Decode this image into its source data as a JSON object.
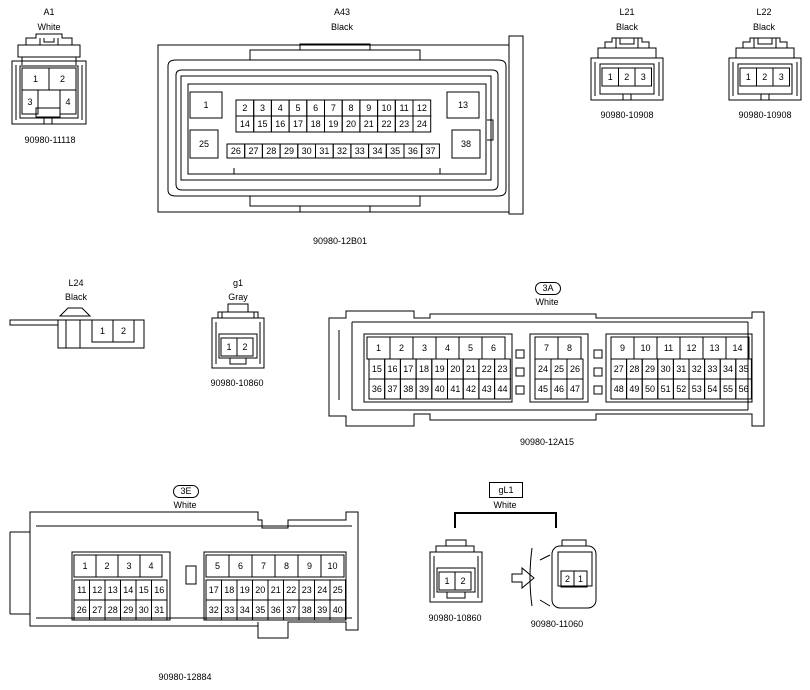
{
  "connectors": {
    "A1": {
      "id": "A1",
      "color": "White",
      "part": "90980-11118",
      "pins": [
        "1",
        "2",
        "3",
        "4"
      ]
    },
    "A43": {
      "id": "A43",
      "color": "Black",
      "part": "90980-12B01",
      "pins_big": [
        "1",
        "13",
        "25",
        "38"
      ],
      "row1": [
        "2",
        "3",
        "4",
        "5",
        "6",
        "7",
        "8",
        "9",
        "10",
        "11",
        "12"
      ],
      "row2": [
        "14",
        "15",
        "16",
        "17",
        "18",
        "19",
        "20",
        "21",
        "22",
        "23",
        "24"
      ],
      "row3": [
        "26",
        "27",
        "28",
        "29",
        "30",
        "31",
        "32",
        "33",
        "34",
        "35",
        "36",
        "37"
      ]
    },
    "L21": {
      "id": "L21",
      "color": "Black",
      "part": "90980-10908",
      "pins": [
        "1",
        "2",
        "3"
      ]
    },
    "L22": {
      "id": "L22",
      "color": "Black",
      "part": "90980-10908",
      "pins": [
        "1",
        "2",
        "3"
      ]
    },
    "L24": {
      "id": "L24",
      "color": "Black",
      "pins": [
        "1",
        "2"
      ]
    },
    "g1": {
      "id": "g1",
      "color": "Gray",
      "part": "90980-10860",
      "pins": [
        "1",
        "2"
      ]
    },
    "3A": {
      "id": "3A",
      "color": "White",
      "part": "90980-12A15",
      "g1r1": [
        "1",
        "2",
        "3",
        "4",
        "5",
        "6"
      ],
      "g1r2": [
        "15",
        "16",
        "17",
        "18",
        "19",
        "20",
        "21",
        "22",
        "23"
      ],
      "g1r3": [
        "36",
        "37",
        "38",
        "39",
        "40",
        "41",
        "42",
        "43",
        "44"
      ],
      "g2r1": [
        "7",
        "8"
      ],
      "g2r2": [
        "24",
        "25",
        "26"
      ],
      "g2r3": [
        "45",
        "46",
        "47"
      ],
      "g3r1": [
        "9",
        "10",
        "11",
        "12",
        "13",
        "14"
      ],
      "g3r2": [
        "27",
        "28",
        "29",
        "30",
        "31",
        "32",
        "33",
        "34",
        "35"
      ],
      "g3r3": [
        "48",
        "49",
        "50",
        "51",
        "52",
        "53",
        "54",
        "55",
        "56"
      ]
    },
    "3E": {
      "id": "3E",
      "color": "White",
      "part": "90980-12884",
      "g1r1": [
        "1",
        "2",
        "3",
        "4"
      ],
      "g1r2": [
        "11",
        "12",
        "13",
        "14",
        "15",
        "16"
      ],
      "g1r3": [
        "26",
        "27",
        "28",
        "29",
        "30",
        "31"
      ],
      "g2r1": [
        "5",
        "6",
        "7",
        "8",
        "9",
        "10"
      ],
      "g2r2": [
        "17",
        "18",
        "19",
        "20",
        "21",
        "22",
        "23",
        "24",
        "25"
      ],
      "g2r3": [
        "32",
        "33",
        "34",
        "35",
        "36",
        "37",
        "38",
        "39",
        "40"
      ]
    },
    "gL1": {
      "id": "gL1",
      "color": "White",
      "part_left": "90980-10860",
      "part_right": "90980-11060",
      "pins_left": [
        "1",
        "2"
      ],
      "pins_right": [
        "2",
        "1"
      ]
    }
  }
}
